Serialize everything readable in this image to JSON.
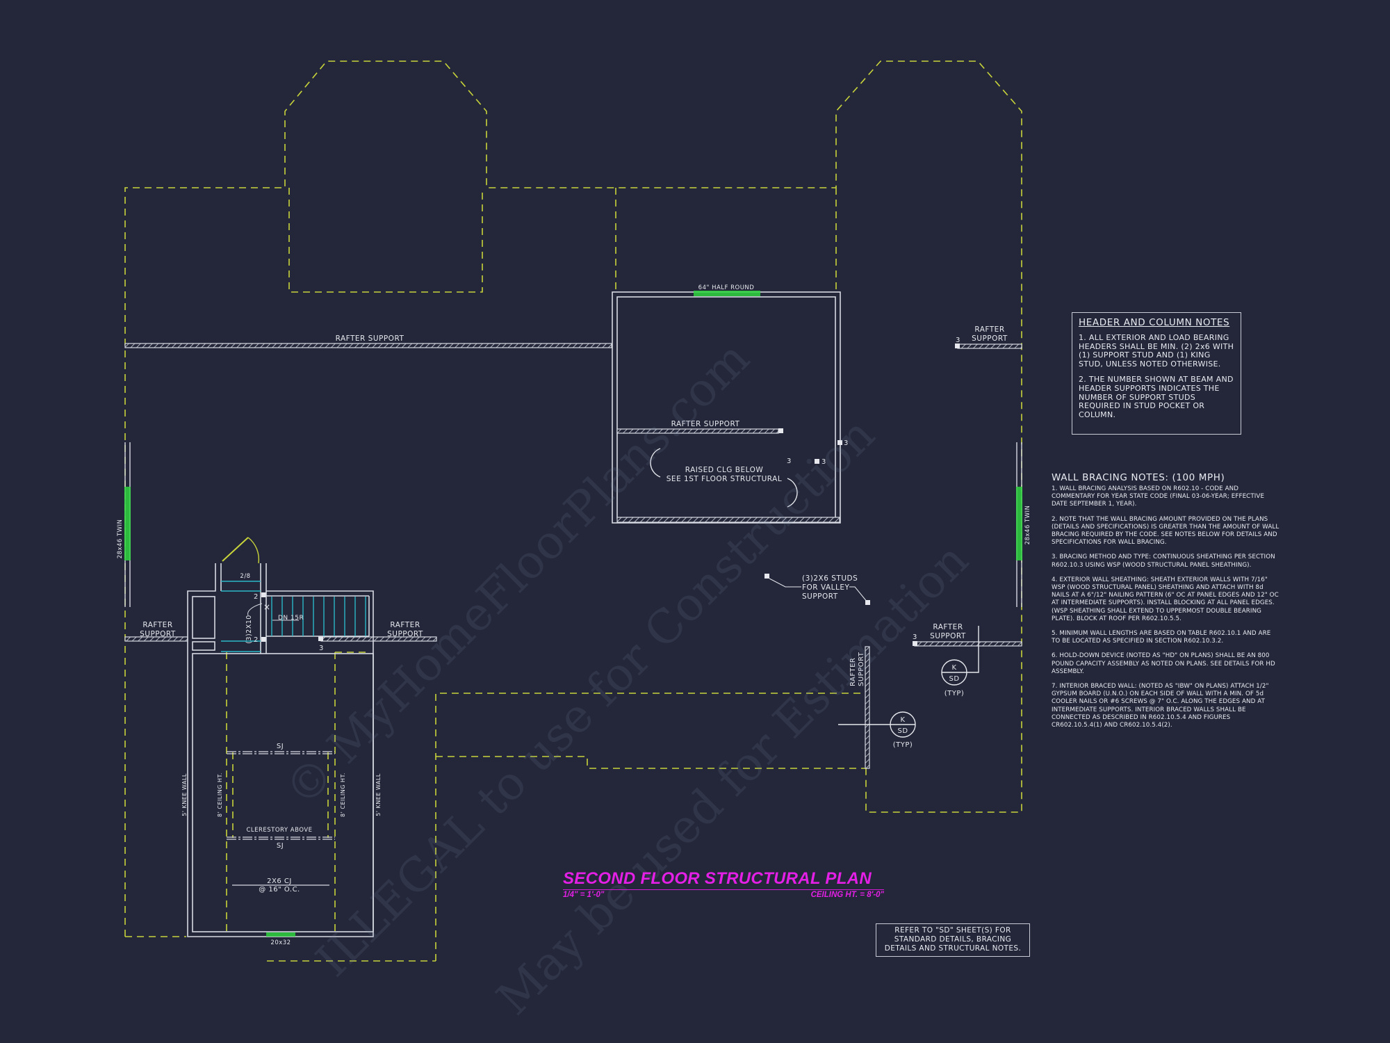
{
  "drawing": {
    "title": "SECOND FLOOR STRUCTURAL PLAN",
    "scale": "1/4\" = 1'-0\"",
    "ceiling_height": "CEILING HT. = 8'-0\"",
    "colors": {
      "background": "#242739",
      "wall": "#d7dae3",
      "roof_dashed": "#c8d43a",
      "window": "#2fd43f",
      "stair": "#2bb8c8",
      "title": "#e41fe6"
    }
  },
  "labels": {
    "rafter_support": "RAFTER SUPPORT",
    "rafter": "RAFTER",
    "support": "SUPPORT",
    "half_round_window": "64\" HALF ROUND",
    "raised_clg_1": "RAISED CLG BELOW",
    "raised_clg_2": "SEE 1ST FLOOR STRUCTURAL",
    "valley_1": "(3)2X6 STUDS",
    "valley_2": "FOR VALLEY",
    "valley_3": "SUPPORT",
    "twin_window_left": "28x46 TWIN",
    "twin_window_right": "28x46 TWIN",
    "door": "2/8",
    "stair": "DN 15R",
    "header_beam": "(3)2X10",
    "sj": "SJ",
    "clerestory": "CLERESTORY ABOVE",
    "ceiling_ht_left": "8' CEILING HT.",
    "ceiling_ht_right": "8' CEILING HT.",
    "knee_wall_left": "5' KNEE WALL",
    "knee_wall_right": "5' KNEE WALL",
    "cj_1": "2X6 CJ",
    "cj_2": "@ 16\" O.C.",
    "bottom_window": "20x32",
    "detail_k": "K",
    "detail_sd": "SD",
    "detail_typ": "(TYP)",
    "stud_count_2": "2",
    "stud_count_3": "3"
  },
  "header_column_notes": {
    "title": "HEADER AND COLUMN NOTES",
    "items": [
      "1. ALL EXTERIOR AND LOAD BEARING HEADERS SHALL BE MIN. (2) 2x6 WITH (1) SUPPORT STUD AND (1) KING STUD, UNLESS NOTED OTHERWISE.",
      "2. THE NUMBER SHOWN AT BEAM AND HEADER SUPPORTS INDICATES THE NUMBER OF SUPPORT STUDS REQUIRED IN STUD POCKET OR COLUMN."
    ]
  },
  "wall_bracing_notes": {
    "title": "WALL BRACING NOTES: (100 MPH)",
    "items": [
      "1. WALL BRACING ANALYSIS BASED ON R602.10 - CODE AND COMMENTARY FOR YEAR STATE CODE (FINAL 03-06-YEAR; EFFECTIVE DATE SEPTEMBER 1, YEAR).",
      "2. NOTE THAT THE WALL BRACING AMOUNT PROVIDED ON THE PLANS (DETAILS AND SPECIFICATIONS) IS GREATER THAN THE AMOUNT OF WALL BRACING REQUIRED BY THE CODE. SEE NOTES BELOW FOR DETAILS AND SPECIFICATIONS FOR WALL BRACING.",
      "3. BRACING METHOD AND TYPE: CONTINUOUS SHEATHING PER SECTION R602.10.3 USING WSP (WOOD STRUCTURAL PANEL SHEATHING).",
      "4. EXTERIOR WALL SHEATHING: SHEATH EXTERIOR WALLS WITH 7/16\" WSP (WOOD STRUCTURAL PANEL) SHEATHING AND ATTACH WITH 8d NAILS AT A 6\"/12\" NAILING PATTERN (6\" OC AT PANEL EDGES AND 12\" OC AT INTERMEDIATE SUPPORTS). INSTALL BLOCKING AT ALL PANEL EDGES. (WSP SHEATHING SHALL EXTEND TO UPPERMOST DOUBLE BEARING PLATE). BLOCK AT ROOF PER R602.10.5.5.",
      "5. MINIMUM WALL LENGTHS ARE BASED ON TABLE R602.10.1 AND ARE TO BE LOCATED AS SPECIFIED IN SECTION R602.10.3.2.",
      "6. HOLD-DOWN DEVICE (NOTED AS \"HD\" ON PLANS) SHALL BE AN 800 POUND CAPACITY ASSEMBLY AS NOTED ON PLANS. SEE DETAILS FOR HD ASSEMBLY.",
      "7. INTERIOR BRACED WALL: (NOTED AS \"IBW\" ON PLANS) ATTACH 1/2\" GYPSUM BOARD (U.N.O.) ON EACH SIDE OF WALL WITH A MIN. OF 5d COOLER NAILS OR #6 SCREWS @ 7\" O.C. ALONG THE EDGES AND AT INTERMEDIATE SUPPORTS. INTERIOR BRACED WALLS SHALL BE CONNECTED AS DESCRIBED IN R602.10.5.4 AND FIGURES CR602.10.5.4(1) AND CR602.10.5.4(2)."
    ]
  },
  "sd_reference": {
    "lines": [
      "REFER TO \"SD\" SHEET(S) FOR",
      "STANDARD DETAILS, BRACING",
      "DETAILS AND STRUCTURAL NOTES."
    ]
  },
  "watermark": {
    "line1": "© MyHomeFloorPlans.com",
    "line2": "ILLEGAL to use for Construction",
    "line3": "May be used for Estimation"
  }
}
